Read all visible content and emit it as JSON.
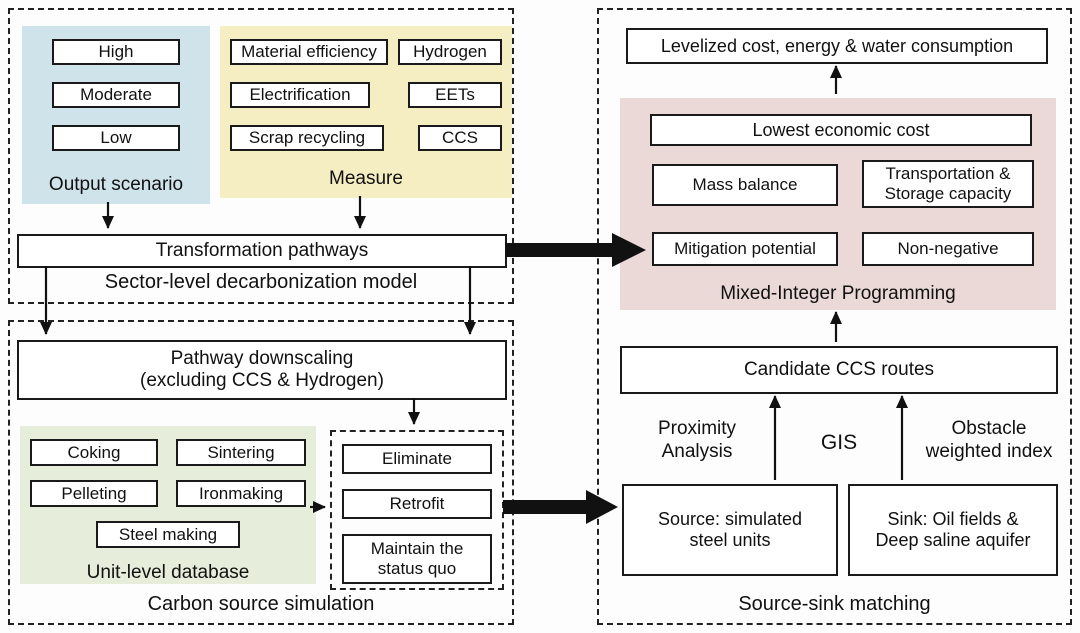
{
  "colors": {
    "scenario_panel_bg": "#cfe3eb",
    "measure_panel_bg": "#f4eec2",
    "unit_panel_bg": "#e6edda",
    "mip_panel_bg": "#ead9d6",
    "border": "#1a1a1a"
  },
  "sector_model": {
    "label": "Sector-level decarbonization model",
    "output_scenario": {
      "label": "Output scenario",
      "items": [
        "High",
        "Moderate",
        "Low"
      ]
    },
    "measure": {
      "label": "Measure",
      "items": [
        "Material efficiency",
        "Hydrogen",
        "Electrification",
        "EETs",
        "Scrap recycling",
        "CCS"
      ]
    },
    "transformation_pathways": "Transformation pathways"
  },
  "carbon_source": {
    "label": "Carbon source simulation",
    "pathway_downscaling": "Pathway downscaling\n(excluding CCS & Hydrogen)",
    "unit_database": {
      "label": "Unit-level database",
      "items": [
        "Coking",
        "Sintering",
        "Pelleting",
        "Ironmaking",
        "Steel making"
      ]
    },
    "decisions": [
      "Eliminate",
      "Retrofit",
      "Maintain the\nstatus quo"
    ]
  },
  "source_sink": {
    "label": "Source-sink matching",
    "levelized_cost": "Levelized cost, energy & water consumption",
    "mip": {
      "label": "Mixed-Integer Programming",
      "objective": "Lowest economic cost",
      "constraints": [
        "Mass balance",
        "Transportation &\nStorage capacity",
        "Mitigation potential",
        "Non-negative"
      ]
    },
    "candidate_routes": "Candidate CCS routes",
    "proximity_analysis": "Proximity\nAnalysis",
    "gis": "GIS",
    "obstacle_index": "Obstacle\nweighted index",
    "source": "Source: simulated\nsteel units",
    "sink": "Sink: Oil fields &\nDeep saline aquifer"
  }
}
